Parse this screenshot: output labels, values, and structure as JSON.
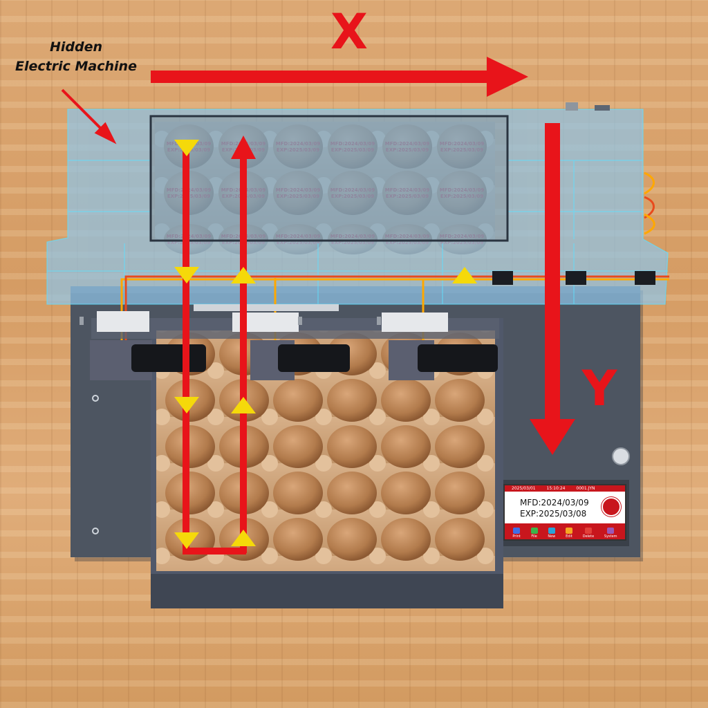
{
  "callout": {
    "line1": "Hidden",
    "line2": "Electric Machine"
  },
  "axes": {
    "x_label": "X",
    "y_label": "Y"
  },
  "egg_stamp": {
    "mfd": "MFD:2024/03/09",
    "exp": "EXP:2025/03/09"
  },
  "screen": {
    "date": "2025/03/01",
    "time": "15:10:24",
    "job": "0001.JYN",
    "line1": "MFD:2024/03/09",
    "line2": "EXP:2025/03/08",
    "buttons": [
      {
        "label": "Print",
        "color": "#3f6ee8"
      },
      {
        "label": "File",
        "color": "#3cb44a"
      },
      {
        "label": "New",
        "color": "#29a3d8"
      },
      {
        "label": "Edit",
        "color": "#f5a623"
      },
      {
        "label": "Delete",
        "color": "#e2403a"
      },
      {
        "label": "System",
        "color": "#9b59b6"
      }
    ]
  },
  "colors": {
    "wood": "#d9a46c",
    "machine": "#4d5561",
    "housing": "#8fc3e6",
    "tray": "#c69a6d",
    "egg": "#b27b4c",
    "arrow": "#e8141a",
    "direction_marker": "#f5d90a",
    "cable": "#ffa800"
  }
}
